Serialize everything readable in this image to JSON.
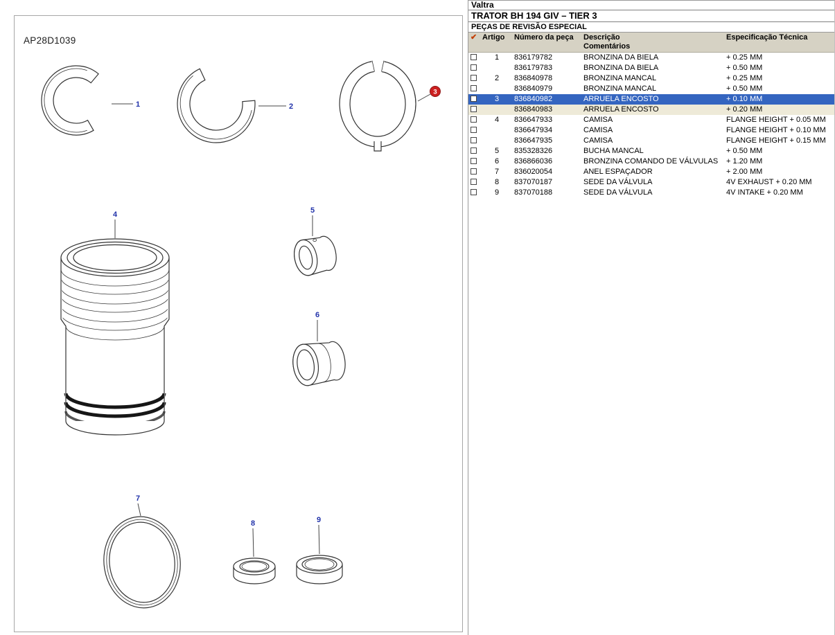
{
  "colors": {
    "header-bg": "#D6D2C4",
    "row-selected": "#3465C0",
    "row-related": "#EEEAD8",
    "callout-blue": "#2233AA",
    "callout-red": "#CC2020"
  },
  "diagram": {
    "code": "AP28D1039",
    "callouts": [
      "1",
      "2",
      "3",
      "4",
      "5",
      "6",
      "7",
      "8",
      "9"
    ],
    "highlighted_callout": "3"
  },
  "header": {
    "brand": "Valtra",
    "model": "TRATOR BH 194 GIV – TIER 3",
    "section": "PEÇAS DE REVISÃO ESPECIAL"
  },
  "table": {
    "columns": {
      "artigo": "Artigo",
      "numero": "Número da peça",
      "descricao": "Descrição",
      "comentarios": "Comentários",
      "especificacao": "Especificação Técnica"
    },
    "rows": [
      {
        "artigo": "1",
        "numero": "836179782",
        "descricao": "BRONZINA DA BIELA",
        "especificacao": "+ 0.25 MM",
        "state": ""
      },
      {
        "artigo": "",
        "numero": "836179783",
        "descricao": "BRONZINA DA BIELA",
        "especificacao": "+ 0.50 MM",
        "state": ""
      },
      {
        "artigo": "2",
        "numero": "836840978",
        "descricao": "BRONZINA MANCAL",
        "especificacao": "+ 0.25 MM",
        "state": ""
      },
      {
        "artigo": "",
        "numero": "836840979",
        "descricao": "BRONZINA MANCAL",
        "especificacao": "+ 0.50 MM",
        "state": ""
      },
      {
        "artigo": "3",
        "numero": "836840982",
        "descricao": "ARRUELA ENCOSTO",
        "especificacao": "+ 0.10 MM",
        "state": "selected"
      },
      {
        "artigo": "",
        "numero": "836840983",
        "descricao": "ARRUELA ENCOSTO",
        "especificacao": "+ 0.20 MM",
        "state": "related"
      },
      {
        "artigo": "4",
        "numero": "836647933",
        "descricao": "CAMISA",
        "especificacao": "FLANGE HEIGHT + 0.05 MM",
        "state": ""
      },
      {
        "artigo": "",
        "numero": "836647934",
        "descricao": "CAMISA",
        "especificacao": "FLANGE HEIGHT + 0.10 MM",
        "state": ""
      },
      {
        "artigo": "",
        "numero": "836647935",
        "descricao": "CAMISA",
        "especificacao": "FLANGE HEIGHT + 0.15 MM",
        "state": ""
      },
      {
        "artigo": "5",
        "numero": "835328326",
        "descricao": "BUCHA MANCAL",
        "especificacao": "+ 0.50 MM",
        "state": ""
      },
      {
        "artigo": "6",
        "numero": "836866036",
        "descricao": "BRONZINA COMANDO DE VÁLVULAS",
        "especificacao": "+ 1.20 MM",
        "state": ""
      },
      {
        "artigo": "7",
        "numero": "836020054",
        "descricao": "ANEL ESPAÇADOR",
        "especificacao": "+ 2.00 MM",
        "state": ""
      },
      {
        "artigo": "8",
        "numero": "837070187",
        "descricao": "SEDE DA VÁLVULA",
        "especificacao": "4V EXHAUST + 0.20 MM",
        "state": ""
      },
      {
        "artigo": "9",
        "numero": "837070188",
        "descricao": "SEDE DA VÁLVULA",
        "especificacao": "4V INTAKE + 0.20 MM",
        "state": ""
      }
    ]
  }
}
